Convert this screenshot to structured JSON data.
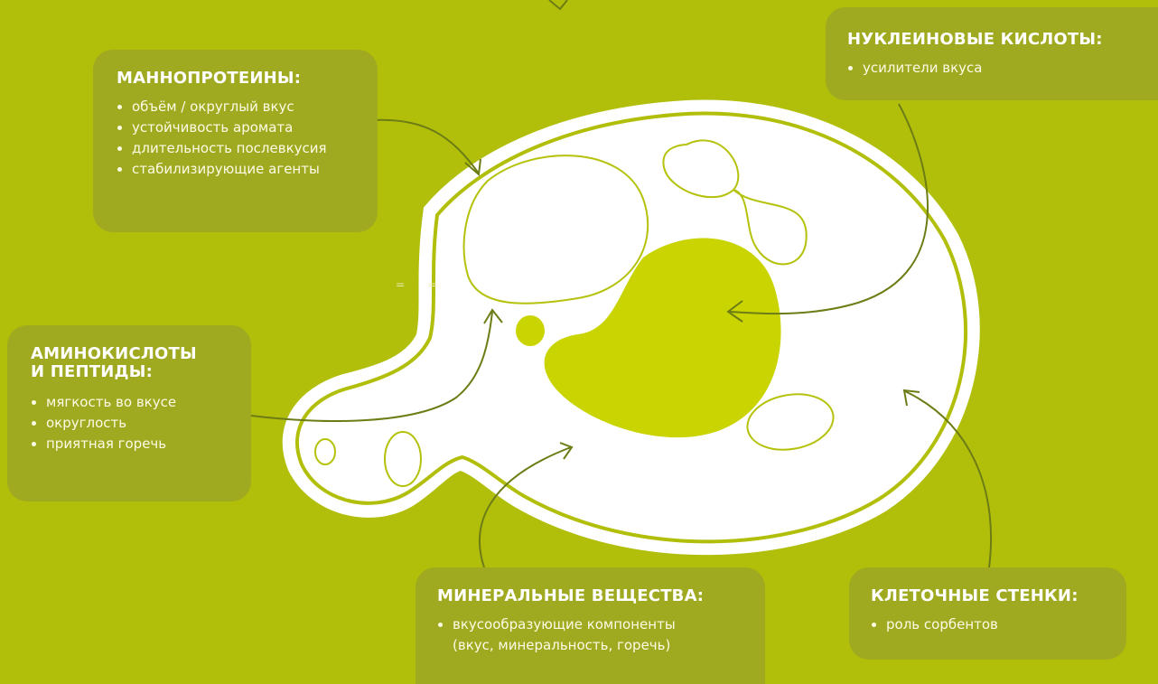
{
  "colors": {
    "background": "#b1bf0b",
    "card": "#a0aa20",
    "nucleus": "#c9d400",
    "cell_fill": "#ffffff",
    "organelle_stroke": "#b4c20c",
    "arrow": "#6d7c14"
  },
  "cards": {
    "mannoproteins": {
      "title": "МАННОПРОТЕИНЫ:",
      "items": [
        "объём / округлый вкус",
        "устойчивость аромата",
        "длительность послевкусия",
        "стабилизирующие агенты"
      ]
    },
    "nucleic_acids": {
      "title": "НУКЛЕИНОВЫЕ КИСЛОТЫ:",
      "items": [
        "усилители вкуса"
      ]
    },
    "amino_acids": {
      "title_line1": "АМИНОКИСЛОТЫ",
      "title_line2": "И ПЕПТИДЫ:",
      "items": [
        "мягкость во вкусе",
        "округлость",
        "приятная горечь"
      ]
    },
    "minerals": {
      "title": "МИНЕРАЛЬНЫЕ ВЕЩЕСТВА:",
      "items": [
        "вкусообразующие компоненты",
        "(вкус, минеральность, горечь)"
      ]
    },
    "cell_walls": {
      "title": "КЛЕТОЧНЫЕ СТЕНКИ:",
      "items": [
        "роль сорбентов"
      ]
    }
  },
  "stray_marks": [
    "=",
    "="
  ]
}
